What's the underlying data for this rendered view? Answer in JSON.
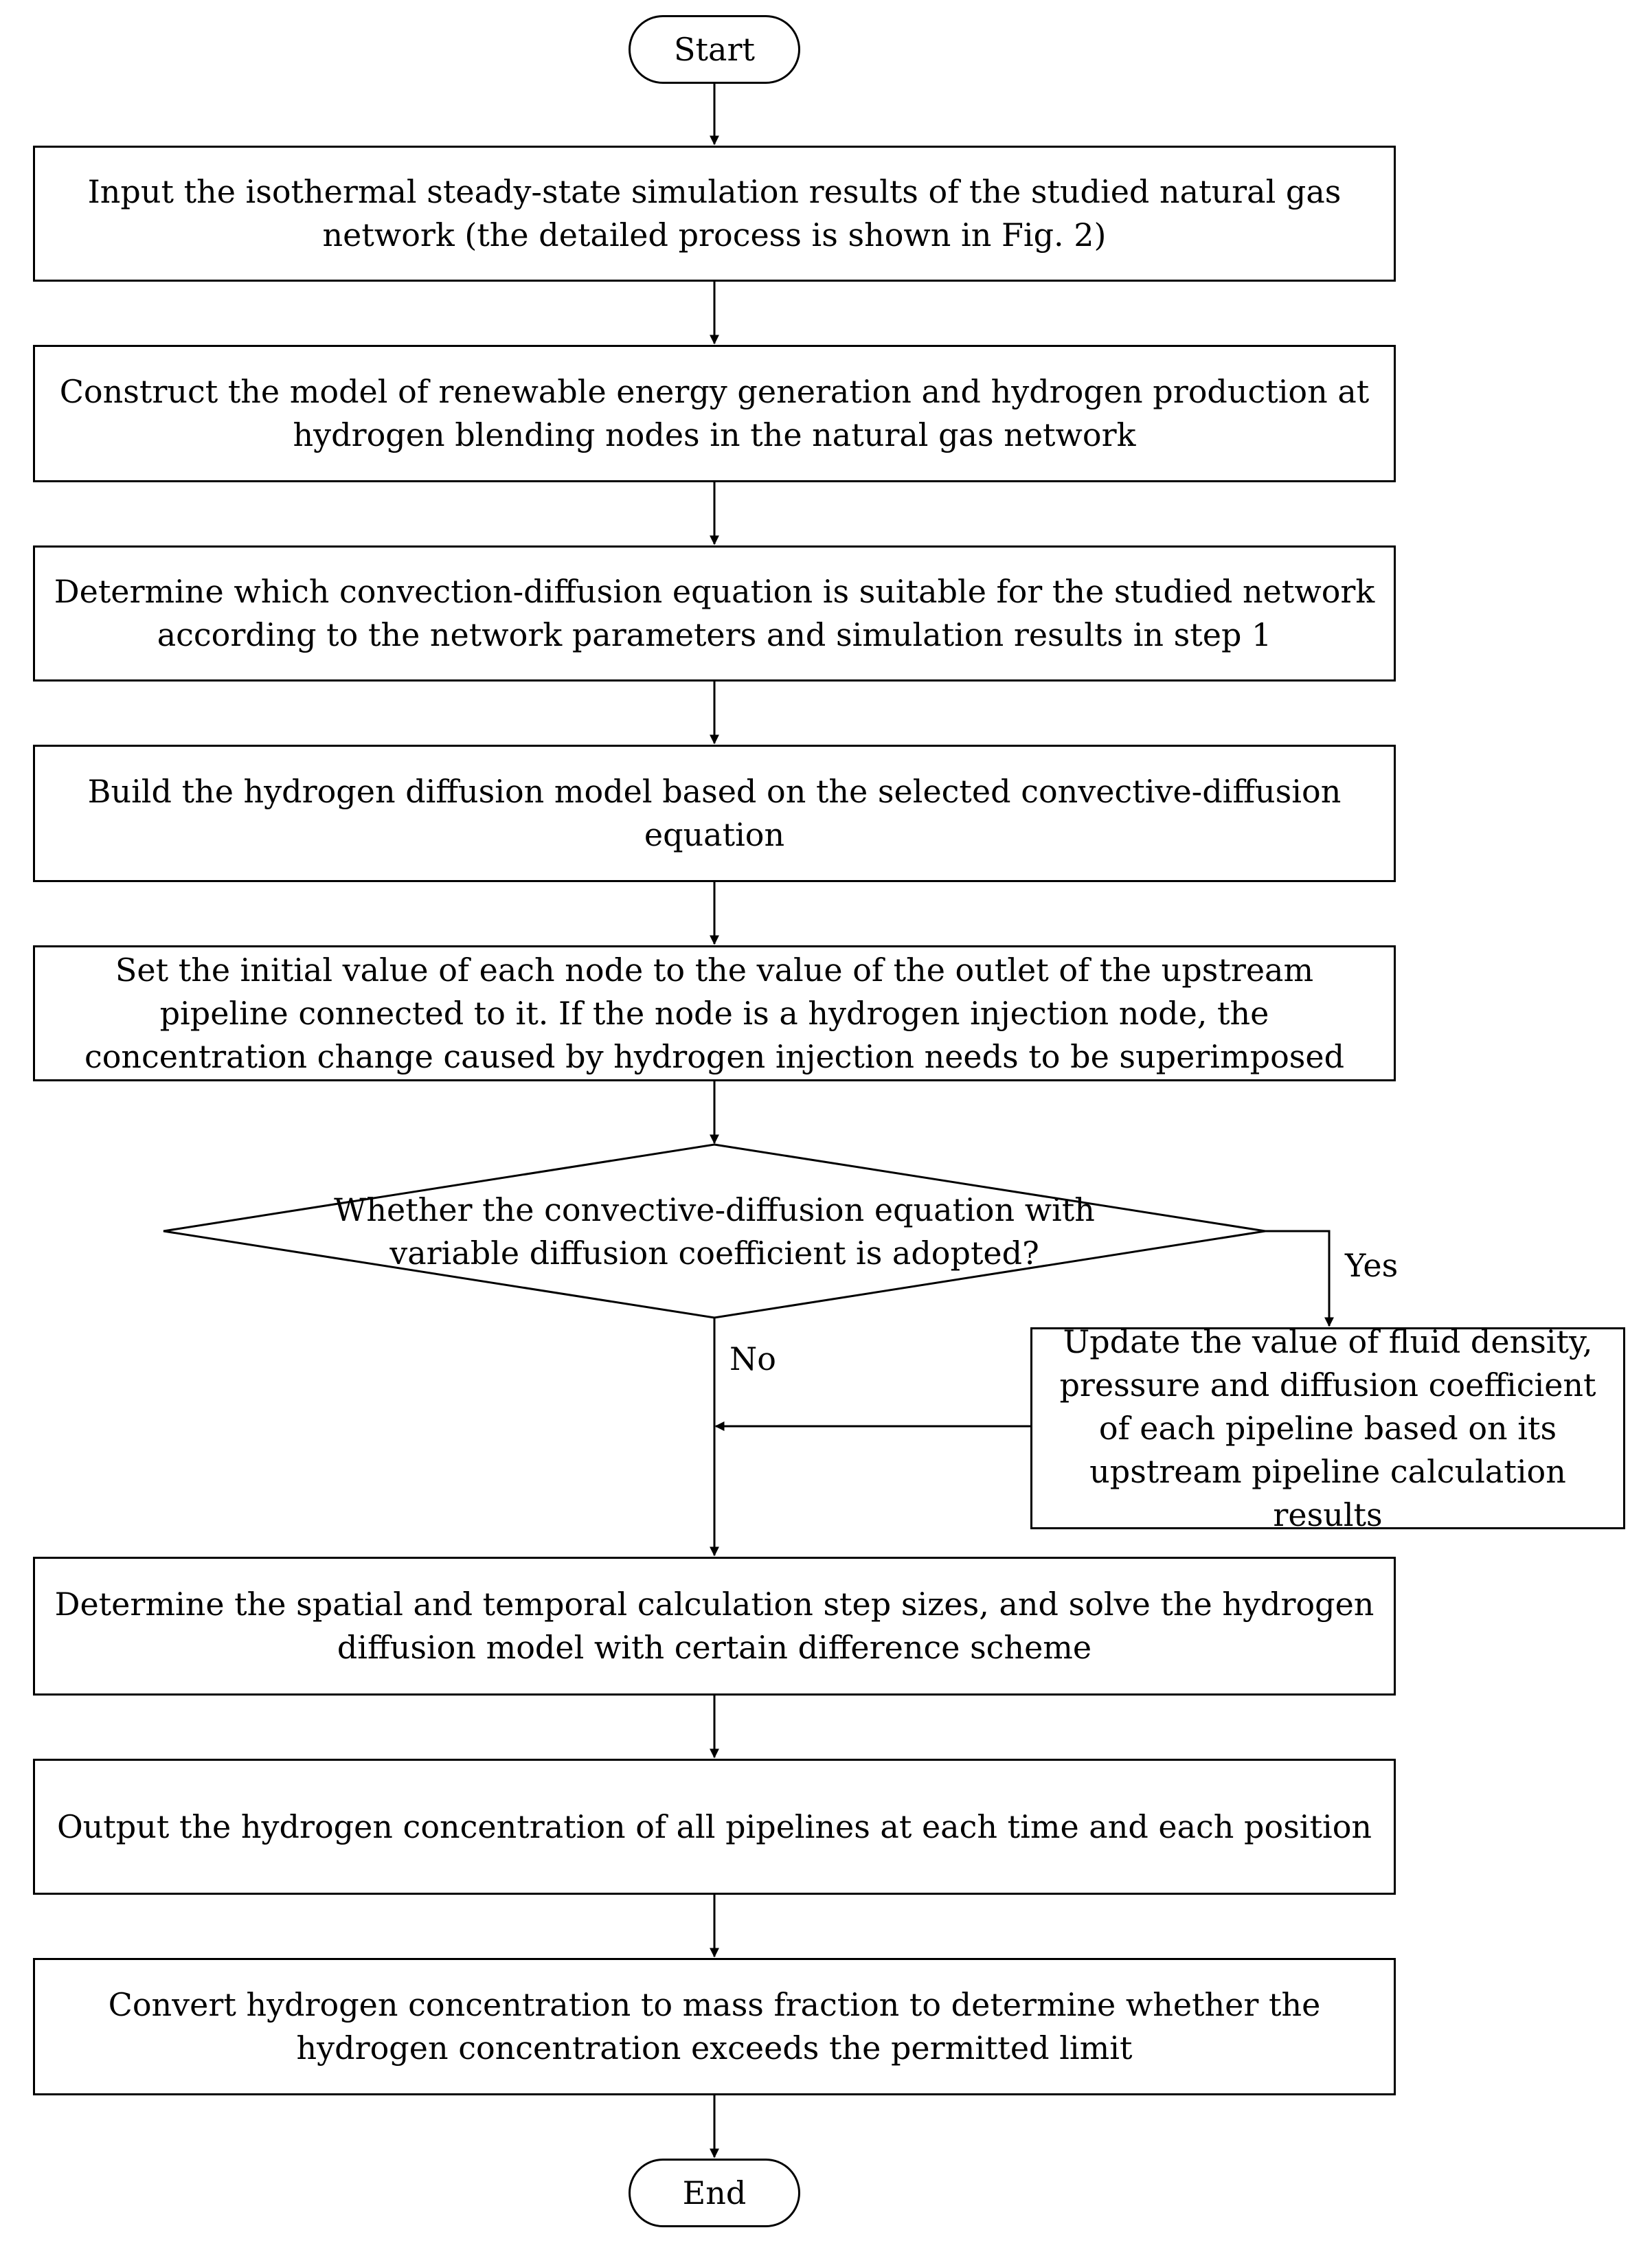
{
  "flowchart": {
    "start": "Start",
    "end": "End",
    "steps": [
      "Input the isothermal steady-state simulation results of the studied natural gas network (the detailed process is shown in Fig. 2)",
      "Construct the model of renewable energy generation and hydrogen production at hydrogen blending nodes in the natural gas network",
      "Determine which convection-diffusion equation is suitable for the studied network according to the network parameters and simulation results in step 1",
      "Build the hydrogen diffusion model based on the selected convective-diffusion equation",
      "Set the initial value of each node to the value of the outlet of the upstream pipeline connected to it. If the node is a hydrogen injection node, the concentration change caused by hydrogen injection needs to be superimposed",
      "Determine the spatial and temporal calculation step sizes, and solve the hydrogen diffusion model with certain difference scheme",
      "Output the hydrogen concentration of all pipelines at each time and each position",
      "Convert hydrogen concentration to mass fraction to determine whether the hydrogen concentration exceeds the permitted limit"
    ],
    "decision": {
      "question": "Whether the convective-diffusion equation with variable diffusion coefficient is adopted?",
      "yes_label": "Yes",
      "no_label": "No",
      "yes_action": "Update the value of fluid density, pressure and diffusion coefficient of each pipeline based on its upstream pipeline calculation results"
    }
  }
}
